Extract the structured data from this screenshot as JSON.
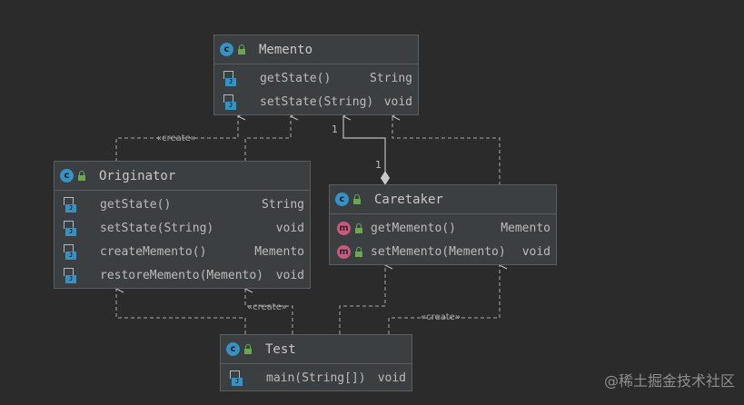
{
  "classes": {
    "memento": {
      "icon": "class-icon",
      "icon_letter": "c",
      "name": "Memento",
      "members": [
        {
          "name": "getState()",
          "type": "String"
        },
        {
          "name": "setState(String)",
          "type": "void"
        }
      ]
    },
    "originator": {
      "icon": "class-icon",
      "icon_letter": "c",
      "name": "Originator",
      "members": [
        {
          "name": "getState()",
          "type": "String"
        },
        {
          "name": "setState(String)",
          "type": "void"
        },
        {
          "name": "createMemento()",
          "type": "Memento"
        },
        {
          "name": "restoreMemento(Memento)",
          "type": "void"
        }
      ]
    },
    "caretaker": {
      "icon": "class-icon",
      "icon_letter": "c",
      "name": "Caretaker",
      "members": [
        {
          "name": "getMemento()",
          "type": "Memento",
          "icon_letter": "m"
        },
        {
          "name": "setMemento(Memento)",
          "type": "void",
          "icon_letter": "m"
        }
      ]
    },
    "test": {
      "icon": "class-icon",
      "icon_letter": "c",
      "name": "Test",
      "members": [
        {
          "name": "main(String[])",
          "type": "void"
        }
      ]
    }
  },
  "edge_labels": {
    "originator_creates": "«create»",
    "test_creates_originator": "«create»",
    "test_creates_caretaker": "«create»"
  },
  "multiplicity": {
    "memento_end": "1",
    "caretaker_end": "1"
  },
  "colors": {
    "background": "#2b2b2b",
    "class_fill": "#3c3f41",
    "class_icon": "#3592c4",
    "method_icon": "#c75a7e",
    "lock": "#6aa84f",
    "edge": "#a9a9a9"
  },
  "watermark": "@稀土掘金技术社区"
}
